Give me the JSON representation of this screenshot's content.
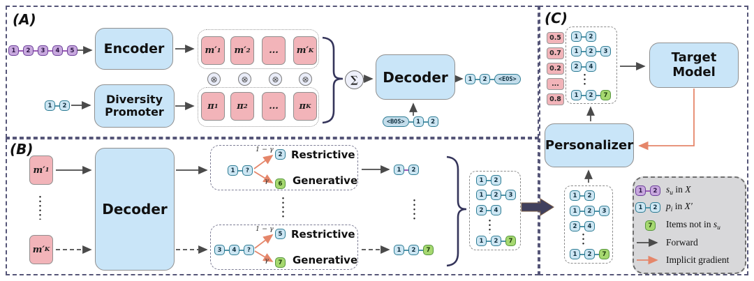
{
  "panels": {
    "a": "(A)",
    "b": "(B)",
    "c": "(C)"
  },
  "boxes": {
    "encoder": "Encoder",
    "diversity_promoter": "Diversity Promoter",
    "decoder_a": "Decoder",
    "decoder_b": "Decoder",
    "target_model": "Target Model",
    "personalizer": "Personalizer"
  },
  "ops": {
    "otimes": "⊗",
    "sum": "∑"
  },
  "m_row": [
    {
      "base": "m′",
      "sub": "1"
    },
    {
      "base": "m′",
      "sub": "2"
    },
    {
      "base": "...",
      "sub": ""
    },
    {
      "base": "m′",
      "sub": "K"
    }
  ],
  "pi_row": [
    {
      "base": "π",
      "sub": "1"
    },
    {
      "base": "π",
      "sub": "2"
    },
    {
      "base": "...",
      "sub": ""
    },
    {
      "base": "π",
      "sub": "K"
    }
  ],
  "b_m1": {
    "base": "m′",
    "sub": "1"
  },
  "b_mk": {
    "base": "m′",
    "sub": "K"
  },
  "branch1": {
    "prob_top": "1 − γ",
    "prob_bottom": "γ",
    "restrictive": "Restrictive",
    "generative": "Generative"
  },
  "branch2": {
    "prob_top": "1 − γ",
    "prob_bottom": "γ",
    "restrictive": "Restrictive",
    "generative": "Generative"
  },
  "scores": [
    "0.5",
    "0.7",
    "0.2",
    "...",
    "0.8"
  ],
  "chains": {
    "a_input": {
      "link": "purple",
      "tokens": [
        {
          "v": "1",
          "c": "purple"
        },
        {
          "v": "2",
          "c": "purple"
        },
        {
          "v": "3",
          "c": "purple"
        },
        {
          "v": "4",
          "c": "purple"
        },
        {
          "v": "5",
          "c": "purple"
        }
      ]
    },
    "a_context": {
      "link": "teal",
      "tokens": [
        {
          "v": "1",
          "c": "blue"
        },
        {
          "v": "2",
          "c": "blue"
        }
      ]
    },
    "a_output": {
      "link": "teal",
      "tokens": [
        {
          "v": "1",
          "c": "blue"
        },
        {
          "v": "2",
          "c": "blue"
        },
        {
          "v": "<EOS>",
          "c": "pill"
        }
      ]
    },
    "a_bos": {
      "link": "teal",
      "tokens": [
        {
          "v": "<BOS>",
          "c": "pill"
        },
        {
          "v": "1",
          "c": "blue"
        },
        {
          "v": "2",
          "c": "blue"
        }
      ]
    },
    "b1_input": {
      "link": "teal",
      "tokens": [
        {
          "v": "1",
          "c": "blue"
        },
        {
          "v": "?",
          "c": "blue"
        }
      ]
    },
    "b2_input": {
      "link": "teal",
      "tokens": [
        {
          "v": "3",
          "c": "blue"
        },
        {
          "v": "4",
          "c": "blue"
        },
        {
          "v": "?",
          "c": "blue"
        }
      ]
    },
    "b1_restrictive": {
      "link": "teal",
      "tokens": [
        {
          "v": "2",
          "c": "blue"
        }
      ]
    },
    "b1_generative": {
      "link": "teal",
      "tokens": [
        {
          "v": "6",
          "c": "green"
        }
      ]
    },
    "b2_restrictive": {
      "link": "teal",
      "tokens": [
        {
          "v": "5",
          "c": "blue"
        }
      ]
    },
    "b2_generative": {
      "link": "teal",
      "tokens": [
        {
          "v": "7",
          "c": "green"
        }
      ]
    },
    "b1_out": {
      "link": "purple",
      "tokens": [
        {
          "v": "1",
          "c": "blue"
        },
        {
          "v": "2",
          "c": "blue"
        }
      ]
    },
    "b2_out": {
      "link": "teal",
      "tokens": [
        {
          "v": "1",
          "c": "blue"
        },
        {
          "v": "2",
          "c": "blue"
        },
        {
          "v": "7",
          "c": "green"
        }
      ]
    },
    "pool_1": {
      "link": "teal",
      "tokens": [
        {
          "v": "1",
          "c": "blue"
        },
        {
          "v": "2",
          "c": "blue"
        }
      ]
    },
    "pool_2": {
      "link": "teal",
      "tokens": [
        {
          "v": "1",
          "c": "blue"
        },
        {
          "v": "2",
          "c": "blue"
        },
        {
          "v": "3",
          "c": "blue"
        }
      ]
    },
    "pool_3": {
      "link": "teal",
      "tokens": [
        {
          "v": "2",
          "c": "blue"
        },
        {
          "v": "4",
          "c": "blue"
        }
      ]
    },
    "pool_4": {
      "link": "teal",
      "tokens": [
        {
          "v": "1",
          "c": "blue"
        },
        {
          "v": "2",
          "c": "blue"
        },
        {
          "v": "7",
          "c": "green"
        }
      ]
    },
    "ctop_1": {
      "link": "teal",
      "tokens": [
        {
          "v": "1",
          "c": "blue"
        },
        {
          "v": "2",
          "c": "blue"
        }
      ]
    },
    "ctop_2": {
      "link": "teal",
      "tokens": [
        {
          "v": "1",
          "c": "blue"
        },
        {
          "v": "2",
          "c": "blue"
        },
        {
          "v": "3",
          "c": "blue"
        }
      ]
    },
    "ctop_3": {
      "link": "teal",
      "tokens": [
        {
          "v": "2",
          "c": "blue"
        },
        {
          "v": "4",
          "c": "blue"
        }
      ]
    },
    "ctop_4": {
      "link": "teal",
      "tokens": [
        {
          "v": "1",
          "c": "blue"
        },
        {
          "v": "2",
          "c": "blue"
        },
        {
          "v": "7",
          "c": "green"
        }
      ]
    },
    "cbot_1": {
      "link": "teal",
      "tokens": [
        {
          "v": "1",
          "c": "blue"
        },
        {
          "v": "2",
          "c": "blue"
        }
      ]
    },
    "cbot_2": {
      "link": "teal",
      "tokens": [
        {
          "v": "1",
          "c": "blue"
        },
        {
          "v": "2",
          "c": "blue"
        },
        {
          "v": "3",
          "c": "blue"
        }
      ]
    },
    "cbot_3": {
      "link": "teal",
      "tokens": [
        {
          "v": "2",
          "c": "blue"
        },
        {
          "v": "4",
          "c": "blue"
        }
      ]
    },
    "cbot_4": {
      "link": "teal",
      "tokens": [
        {
          "v": "1",
          "c": "blue"
        },
        {
          "v": "2",
          "c": "blue"
        },
        {
          "v": "7",
          "c": "green"
        }
      ]
    },
    "legend_su": {
      "link": "purple",
      "tokens": [
        {
          "v": "1",
          "c": "purple"
        },
        {
          "v": "2",
          "c": "purple"
        }
      ]
    },
    "legend_pi": {
      "link": "teal",
      "tokens": [
        {
          "v": "1",
          "c": "blue"
        },
        {
          "v": "2",
          "c": "blue"
        }
      ]
    },
    "legend_item": {
      "link": "teal",
      "tokens": [
        {
          "v": "7",
          "c": "green"
        }
      ]
    }
  },
  "legend": {
    "row1": {
      "var": "s",
      "sub": "u",
      "mid": " in ",
      "set": "X"
    },
    "row2": {
      "var": "p",
      "sub": "i",
      "mid": " in ",
      "set": "X′"
    },
    "row3": {
      "pre": "Items not in ",
      "var": "s",
      "sub": "u"
    },
    "row4": "Forward",
    "row5": "Implicit gradient"
  },
  "colors": {
    "panel_border": "#565678",
    "blue_box": "#c9e5f8",
    "pink_box": "#f2b4b9",
    "purple_token": "#c8a8de",
    "blue_token": "#cde6f3",
    "green_token": "#a6d870",
    "forward_arrow": "#4a4a4a",
    "implicit_gradient": "#e5866a",
    "legend_bg": "#d8d8da"
  }
}
